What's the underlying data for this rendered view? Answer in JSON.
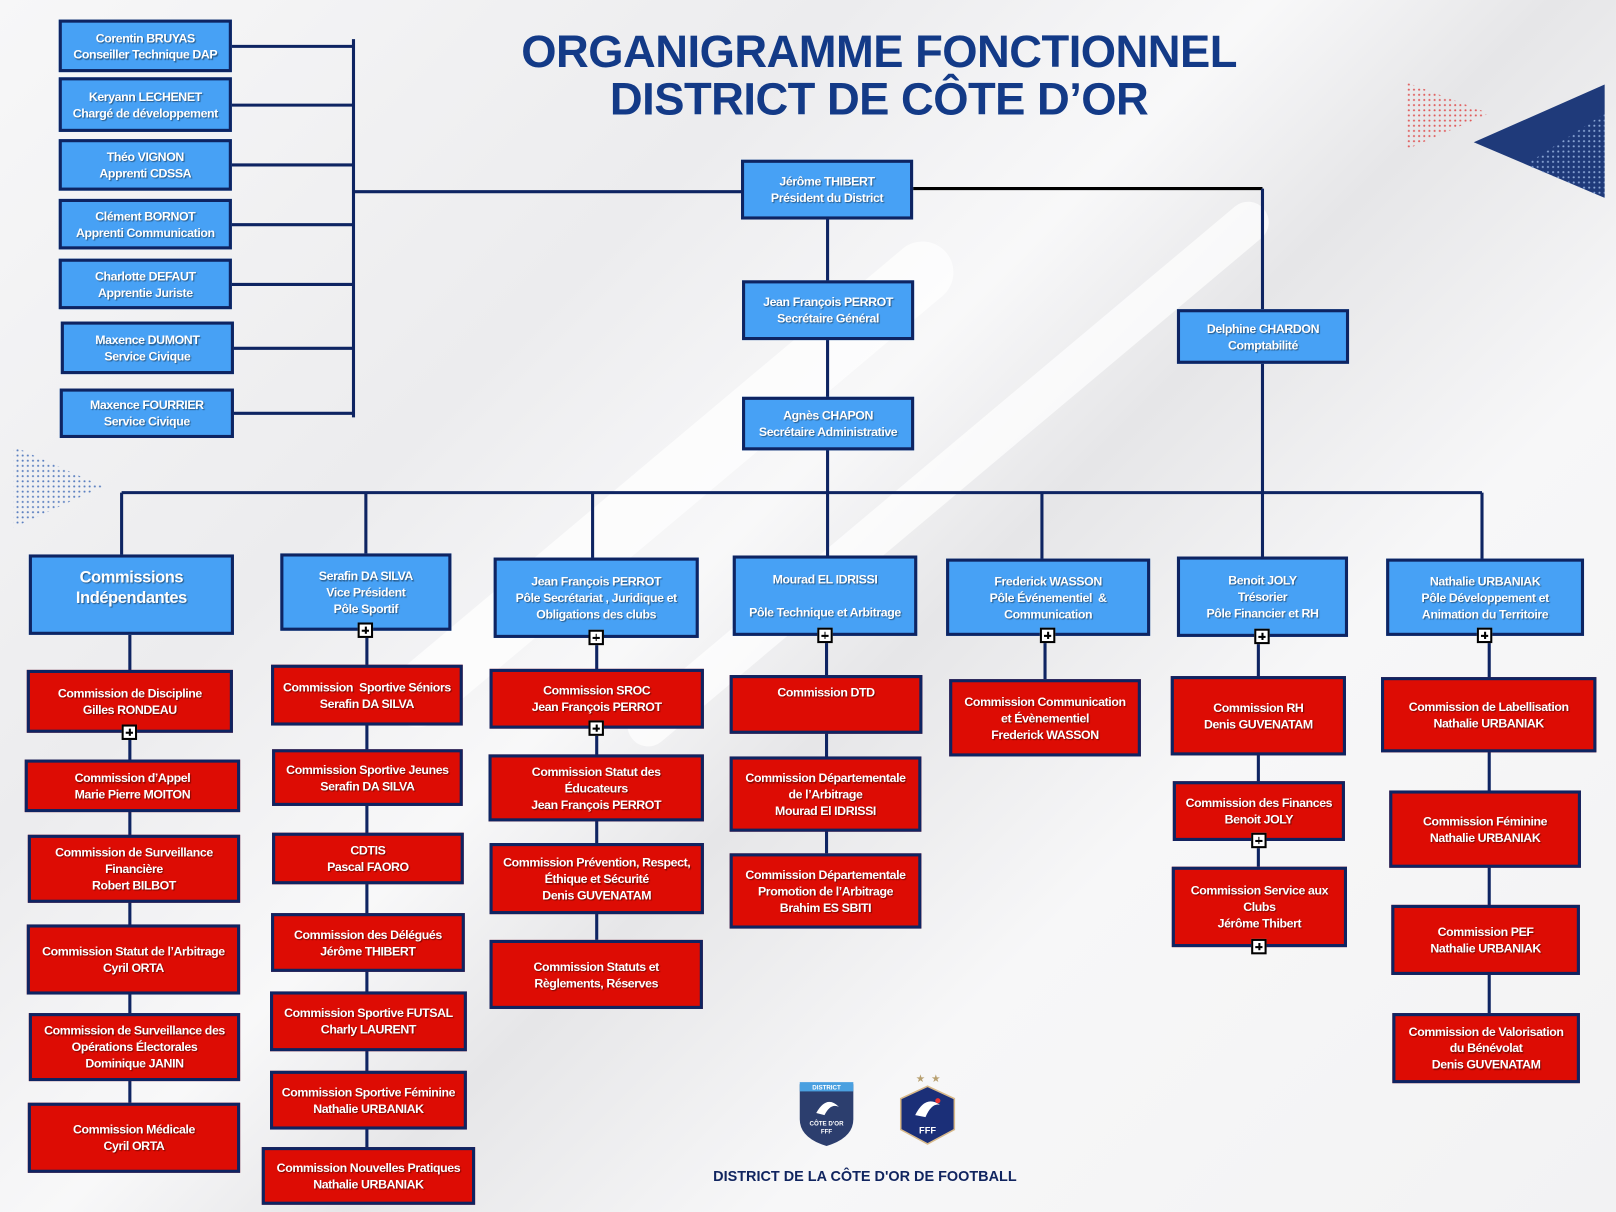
{
  "title": {
    "line1": "ORGANIGRAMME FONCTIONNEL",
    "line2": "DISTRICT DE CÔTE D’OR"
  },
  "staff": [
    {
      "lines": [
        "Corentin BRUYAS",
        "Conseiller Technique DAP"
      ]
    },
    {
      "lines": [
        "Keryann LECHENET",
        "Chargé de développement"
      ]
    },
    {
      "lines": [
        "Théo VIGNON",
        "Apprenti CDSSA"
      ]
    },
    {
      "lines": [
        "Clément BORNOT",
        "Apprenti Communication"
      ]
    },
    {
      "lines": [
        "Charlotte DEFAUT",
        "Apprentie Juriste"
      ]
    },
    {
      "lines": [
        "Maxence DUMONT",
        "Service Civique"
      ]
    },
    {
      "lines": [
        "Maxence FOURRIER",
        "Service Civique"
      ]
    }
  ],
  "executive": [
    {
      "lines": [
        "Jérôme THIBERT",
        "Président du District"
      ]
    },
    {
      "lines": [
        "Jean François PERROT",
        "Secrétaire Général"
      ]
    },
    {
      "lines": [
        "Agnès CHAPON",
        "Secrétaire Administrative"
      ]
    },
    {
      "lines": [
        "Delphine CHARDON",
        "Comptabilité"
      ]
    }
  ],
  "poles": [
    {
      "lines": [
        "Commissions",
        "Indépendantes"
      ]
    },
    {
      "lines": [
        "Serafin DA SILVA",
        "Vice Président",
        "Pôle Sportif"
      ]
    },
    {
      "lines": [
        "Jean François PERROT",
        "Pôle Secrétariat , Juridique et",
        "Obligations des clubs"
      ]
    },
    {
      "lines": [
        "Mourad EL IDRISSI",
        " ",
        "Pôle Technique et Arbitrage"
      ]
    },
    {
      "lines": [
        "Frederick WASSON",
        "Pôle Événementiel  &",
        "Communication"
      ]
    },
    {
      "lines": [
        "Benoit JOLY",
        "Trésorier",
        "Pôle Financier et RH"
      ]
    },
    {
      "lines": [
        "Nathalie URBANIAK",
        "Pôle Développement et",
        "Animation du Territoire"
      ]
    }
  ],
  "commissions": [
    [
      {
        "lines": [
          "Commission de Discipline",
          "Gilles RONDEAU"
        ]
      },
      {
        "lines": [
          "Commission d’Appel",
          "Marie Pierre MOITON"
        ]
      },
      {
        "lines": [
          "Commission de Surveillance",
          "Financière",
          "Robert BILBOT"
        ]
      },
      {
        "lines": [
          "Commission Statut de l’Arbitrage",
          "Cyril ORTA"
        ]
      },
      {
        "lines": [
          "Commission de Surveillance des",
          "Opérations Électorales",
          "Dominique JANIN"
        ]
      },
      {
        "lines": [
          "Commission Médicale",
          "Cyril ORTA"
        ]
      }
    ],
    [
      {
        "lines": [
          "Commission  Sportive Séniors",
          "Serafin DA SILVA"
        ]
      },
      {
        "lines": [
          "Commission Sportive Jeunes",
          "Serafin DA SILVA"
        ]
      },
      {
        "lines": [
          "CDTIS",
          "Pascal FAORO"
        ]
      },
      {
        "lines": [
          "Commission des Délégués",
          "Jérôme THIBERT"
        ]
      },
      {
        "lines": [
          "Commission Sportive FUTSAL",
          "Charly LAURENT"
        ]
      },
      {
        "lines": [
          "Commission Sportive Féminine",
          "Nathalie URBANIAK"
        ]
      },
      {
        "lines": [
          "Commission Nouvelles Pratiques",
          "Nathalie URBANIAK"
        ]
      }
    ],
    [
      {
        "lines": [
          "Commission SROC",
          "Jean François PERROT"
        ]
      },
      {
        "lines": [
          "Commission Statut des",
          "Éducateurs",
          "Jean François PERROT"
        ]
      },
      {
        "lines": [
          "Commission Prévention, Respect,",
          "Éthique et Sécurité",
          "Denis GUVENATAM"
        ]
      },
      {
        "lines": [
          "Commission Statuts et",
          "Règlements, Réserves"
        ]
      }
    ],
    [
      {
        "lines": [
          "Commission DTD"
        ]
      },
      {
        "lines": [
          "Commission Départementale",
          "de l’Arbitrage",
          "Mourad El IDRISSI"
        ]
      },
      {
        "lines": [
          "Commission Départementale",
          "Promotion de l’Arbitrage",
          "Brahim ES SBITI"
        ]
      }
    ],
    [
      {
        "lines": [
          "Commission Communication",
          "et Évènementiel",
          "Frederick WASSON"
        ]
      }
    ],
    [
      {
        "lines": [
          "Commission RH",
          "Denis GUVENATAM"
        ]
      },
      {
        "lines": [
          "Commission des Finances",
          "Benoit JOLY"
        ]
      },
      {
        "lines": [
          "Commission Service aux",
          "Clubs",
          "Jérôme Thibert"
        ]
      }
    ],
    [
      {
        "lines": [
          "Commission de Labellisation",
          "Nathalie URBANIAK"
        ]
      },
      {
        "lines": [
          "Commission Féminine",
          "Nathalie URBANIAK"
        ]
      },
      {
        "lines": [
          "Commission PEF",
          "Nathalie URBANIAK"
        ]
      },
      {
        "lines": [
          "Commission de Valorisation",
          "du Bénévolat",
          "Denis GUVENATAM"
        ]
      }
    ]
  ],
  "logos": {
    "district": {
      "top": "DISTRICT",
      "middle": "CÔTE D'OR",
      "bottom": "FFF"
    },
    "fff": {
      "text": "FFF"
    }
  },
  "footer": {
    "text": "DISTRICT DE LA CÔTE D'OR DE FOOTBALL"
  },
  "colors": {
    "blue_box": "#47a1f5",
    "red_box": "#dd0c04",
    "border": "#0e2462",
    "title": "#133a87"
  }
}
